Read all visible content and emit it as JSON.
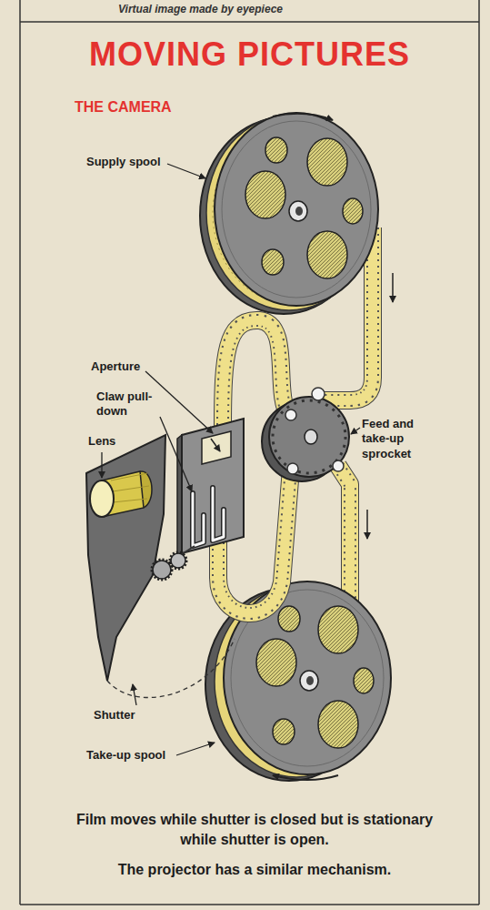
{
  "diagram": {
    "title": "MOVING PICTURES",
    "caption": "Film moves while shutter is closed but is stationary while shutter is open.",
    "labels": [
      "Virtual image made by eyepiece",
      "THE CAMERA",
      "Supply spool",
      "Aperture",
      "Claw pull-down",
      "Lens",
      "Feed and take-up sprocket",
      "Shutter",
      "Take-up spool",
      "The projector has a similar mechanism."
    ]
  }
}
